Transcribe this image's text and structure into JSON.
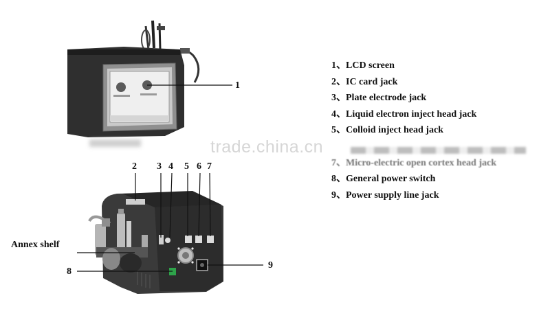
{
  "legend": [
    "1、LCD screen",
    "2、IC card jack",
    "3、Plate electrode  jack",
    "4、Liquid electron inject head jack",
    "5、Colloid inject head jack",
    "",
    "7、Micro-electric open cortex head jack",
    "8、General power switch",
    "9、Power supply line jack"
  ],
  "callouts": {
    "n1": "1",
    "n2": "2",
    "n3": "3",
    "n4": "4",
    "n5": "5",
    "n6": "6",
    "n7": "7",
    "n8": "8",
    "n9": "9"
  },
  "annex_label": "Annex shelf",
  "watermark": "trade.china.cn",
  "colors": {
    "line": "#111111",
    "body": "#3a3a3a",
    "screen": "#efefef",
    "switch": "#2ea34a"
  }
}
